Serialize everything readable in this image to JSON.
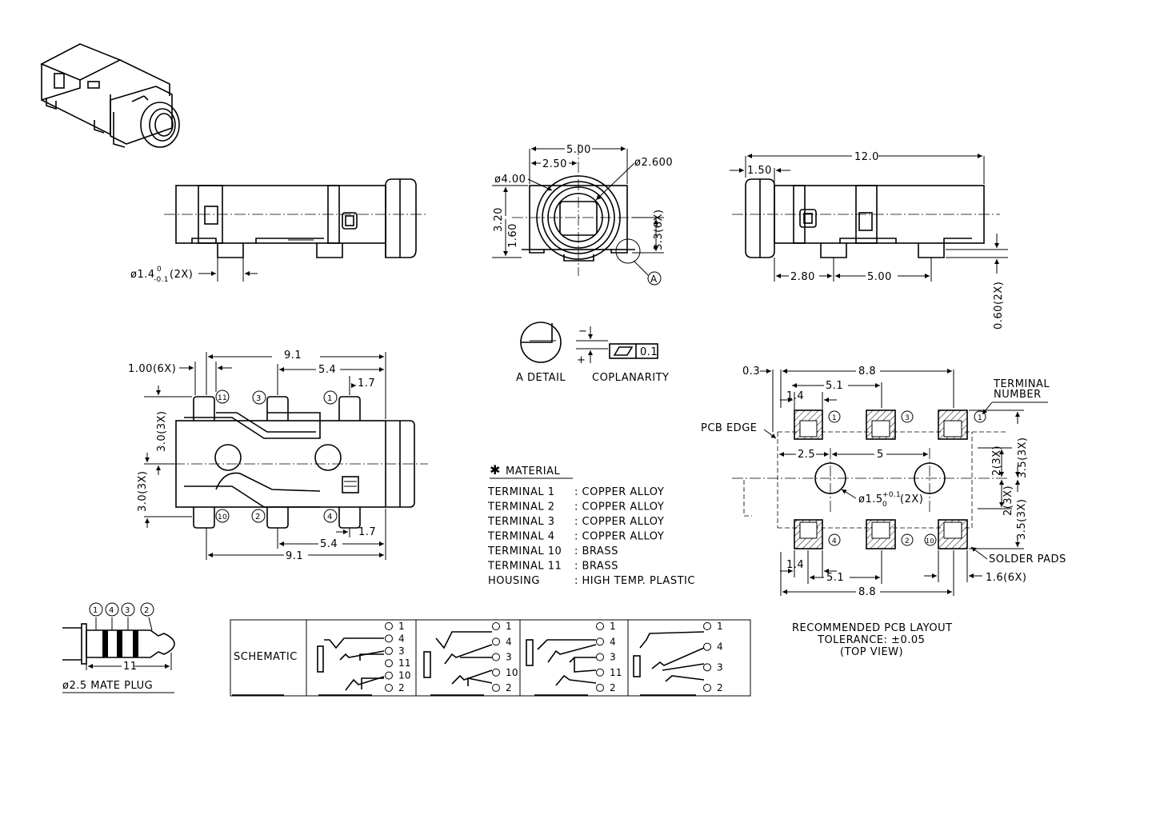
{
  "dimensions": {
    "front_width": "5.00",
    "front_half": "2.50",
    "front_dia_outer": "ø4.00",
    "front_dia_inner": "ø2.600",
    "front_h1": "3.20",
    "front_h2": "1.60",
    "front_pins": "3.3(6X)",
    "detail_ref": "A",
    "side_length": "12.0",
    "side_offset": "1.50",
    "side_p1": "2.80",
    "side_p2": "5.00",
    "side_pad": "0.60(2X)",
    "peg_dia": "ø1.4",
    "peg_tol_upper": "0",
    "peg_tol_lower": "-0.1",
    "peg_count": "(2X)",
    "top_9_1": "9.1",
    "top_5_4": "5.4",
    "top_1_7": "1.7",
    "top_pitch": "1.00(6X)",
    "top_3_0_a": "3.0(3X)",
    "top_3_0_b": "3.0(3X)",
    "bot_1_7": "1.7",
    "bot_5_4": "5.4",
    "bot_9_1": "9.1",
    "pcb_0_3": "0.3",
    "pcb_8_8_top": "8.8",
    "pcb_5_1_top": "5.1",
    "pcb_1_4_top": "1.4",
    "pcb_2_5": "2.5",
    "pcb_5": "5",
    "pcb_hole": "ø1.5",
    "pcb_hole_tol_upper": "+0.1",
    "pcb_hole_tol_lower": "0",
    "pcb_hole_count": "(2X)",
    "pcb_3_5_a": "3.5(3X)",
    "pcb_2_a": "2(3X)",
    "pcb_2_b": "2(3X)",
    "pcb_3_5_b": "3.5(3X)",
    "pcb_1_4_bot": "1.4",
    "pcb_5_1_bot": "5.1",
    "pcb_8_8_bot": "8.8",
    "pcb_1_6": "1.6(6X)"
  },
  "labels": {
    "a_detail": "A DETAIL",
    "coplanarity": "COPLANARITY",
    "coplanarity_value": "0.1",
    "coplanarity_plus": "+",
    "coplanarity_minus": "−",
    "pcb_edge": "PCB EDGE",
    "terminal_number_1": "TERMINAL",
    "terminal_number_2": "NUMBER",
    "solder_pads": "SOLDER PADS",
    "pcb_layout_title": "RECOMMENDED PCB LAYOUT",
    "pcb_layout_tolerance": "TOLERANCE: ±0.05",
    "pcb_layout_view": "(TOP VIEW)",
    "mate_plug": "ø2.5 MATE PLUG",
    "mate_plug_length": "11",
    "schematic": "SCHEMATIC"
  },
  "material": {
    "title": "MATERIAL",
    "star": "✱",
    "rows": [
      {
        "name": "TERMINAL 1",
        "value": ": COPPER ALLOY"
      },
      {
        "name": "TERMINAL 2",
        "value": ": COPPER ALLOY"
      },
      {
        "name": "TERMINAL 3",
        "value": ": COPPER ALLOY"
      },
      {
        "name": "TERMINAL 4",
        "value": ": COPPER ALLOY"
      },
      {
        "name": "TERMINAL 10",
        "value": ": BRASS"
      },
      {
        "name": "TERMINAL 11",
        "value": ": BRASS"
      },
      {
        "name": "HOUSING",
        "value": ": HIGH TEMP. PLASTIC"
      }
    ]
  },
  "terminals": {
    "top": [
      "11",
      "3",
      "1"
    ],
    "bottom": [
      "10",
      "2",
      "4"
    ],
    "pcb_top": [
      "1",
      "3",
      "1"
    ],
    "pcb_bottom": [
      "4",
      "2",
      "10"
    ],
    "plug": [
      "1",
      "4",
      "3",
      "2"
    ]
  },
  "schematics": [
    {
      "pins": [
        "1",
        "4",
        "3",
        "11",
        "10",
        "2"
      ]
    },
    {
      "pins": [
        "1",
        "4",
        "3",
        "10",
        "2"
      ]
    },
    {
      "pins": [
        "1",
        "4",
        "3",
        "11",
        "2"
      ]
    },
    {
      "pins": [
        "1",
        "4",
        "3",
        "2"
      ]
    }
  ]
}
